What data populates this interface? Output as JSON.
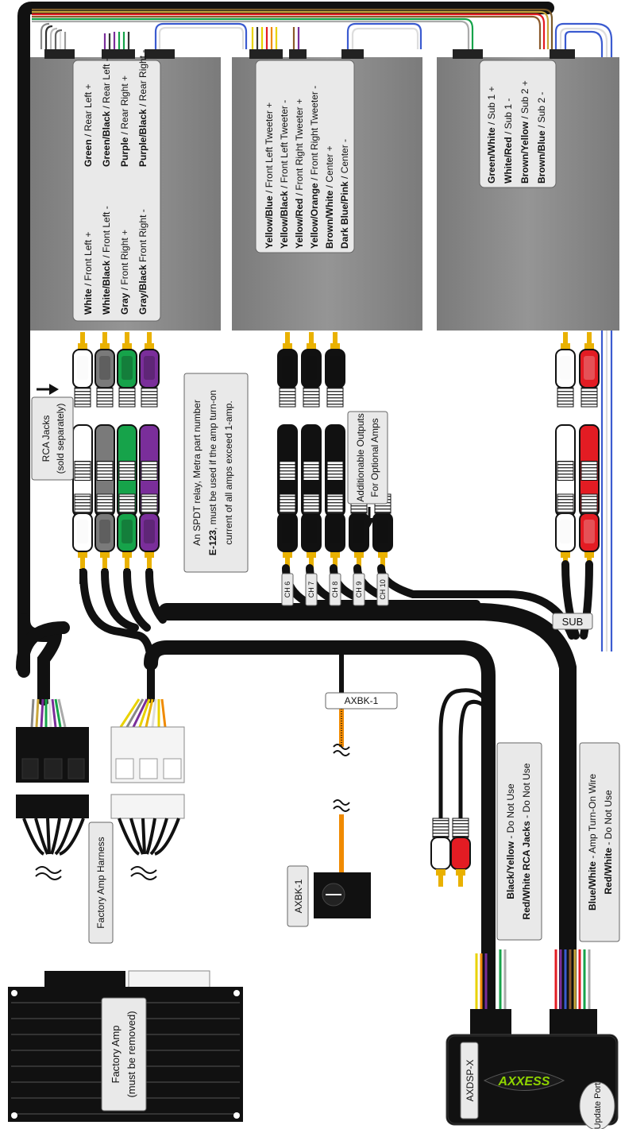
{
  "amp1": {
    "lines": [
      {
        "b": "Green",
        "r": " / Rear Left +"
      },
      {
        "b": "Green/Black",
        "r": " / Rear Left -"
      },
      {
        "b": "Purple",
        "r": " / Rear Right +"
      },
      {
        "b": "Purple/Black",
        "r": " / Rear Right -"
      },
      {
        "b": "White",
        "r": " / Front Left +"
      },
      {
        "b": "White/Black",
        "r": " / Front Left -"
      },
      {
        "b": "Gray",
        "r": " / Front Right +"
      },
      {
        "b": "Gray/Black",
        "r": "  Front Right -"
      }
    ]
  },
  "amp2": {
    "lines": [
      {
        "b": "Yellow/Blue",
        "r": " / Front Left Tweeter +"
      },
      {
        "b": "Yellow/Black",
        "r": " / Front Left Tweeter -"
      },
      {
        "b": "Yellow/Red",
        "r": " / Front Right Tweeter +"
      },
      {
        "b": "Yellow/Orange",
        "r": " / Front Right Tweeter -"
      },
      {
        "b": "Brown/White",
        "r": " / Center +"
      },
      {
        "b": "Dark Blue/Pink",
        "r": " / Center -"
      }
    ]
  },
  "amp3": {
    "lines": [
      {
        "b": "Green/White",
        "r": " / Sub 1 +"
      },
      {
        "b": "White/Red",
        "r": " / Sub 1 -"
      },
      {
        "b": "Brown/Yellow",
        "r": " / Sub 2 +"
      },
      {
        "b": "Brown/Blue",
        "r": " / Sub 2 -"
      }
    ]
  },
  "rca_note": {
    "line1": "RCA Jacks",
    "line2": "(sold separately)"
  },
  "relay_note": {
    "line1": "An SPDT relay, Metra part number",
    "line2_bold": "E-123",
    "line2_rest": ", must be used if the amp turn-on",
    "line3": "current of all amps exceed 1-amp."
  },
  "optional_note": {
    "line1": "Additionable Outputs",
    "line2": "For Optional Amps"
  },
  "channels": [
    "CH 6",
    "CH 7",
    "CH 8",
    "CH 9",
    "CH 10"
  ],
  "sub_label": "SUB",
  "axbk_top": "AXBK-1",
  "axbk_side": "AXBK-1",
  "factory_harness": "Factory Amp Harness",
  "factory_amp": {
    "line1": "Factory Amp",
    "line2": "(must be removed)"
  },
  "do_not_use_1": {
    "l1b": "Black/Yellow",
    "l1r": " - Do Not Use",
    "l2b": "Red/White RCA Jacks",
    "l2r": " - Do Not Use"
  },
  "do_not_use_2": {
    "l1b": "Blue/White",
    "l1r": " - Amp Turn-On Wire",
    "l2b": "Red/White",
    "l2r": " - Do Not Use"
  },
  "module": {
    "name": "AXDSP-X",
    "logo": "AXXESS",
    "port": "Update Port"
  },
  "colors": {
    "amp": "#8a8a8a",
    "harness": "#111111",
    "gold": "#e9b100",
    "red": "#e31c23",
    "green": "#16a34a",
    "purple": "#7a2e9a",
    "gray": "#7a7a7a"
  }
}
